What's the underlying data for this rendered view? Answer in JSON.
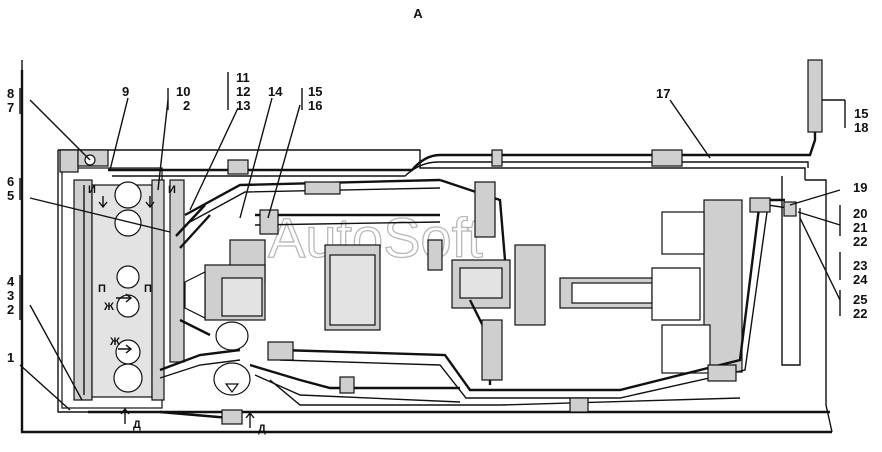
{
  "view_label": "А",
  "watermark": "AutoSoft",
  "callouts": {
    "n1": "1",
    "n2a": "2",
    "n2b": "2",
    "n3": "3",
    "n4": "4",
    "n5": "5",
    "n6": "6",
    "n7": "7",
    "n8": "8",
    "n9": "9",
    "n10": "10",
    "n11": "11",
    "n12": "12",
    "n13": "13",
    "n14": "14",
    "n15a": "15",
    "n16": "16",
    "n17": "17",
    "n15b": "15",
    "n18": "18",
    "n19": "19",
    "n20": "20",
    "n21": "21",
    "n22a": "22",
    "n23": "23",
    "n24": "24",
    "n25": "25",
    "n22b": "22"
  },
  "flow_marks": {
    "i_left": "И",
    "i_right": "И",
    "p_left": "П",
    "p_right": "П",
    "zh_top": "Ж",
    "zh_bottom": "Ж",
    "d_left": "Д",
    "d_right": "Д"
  }
}
